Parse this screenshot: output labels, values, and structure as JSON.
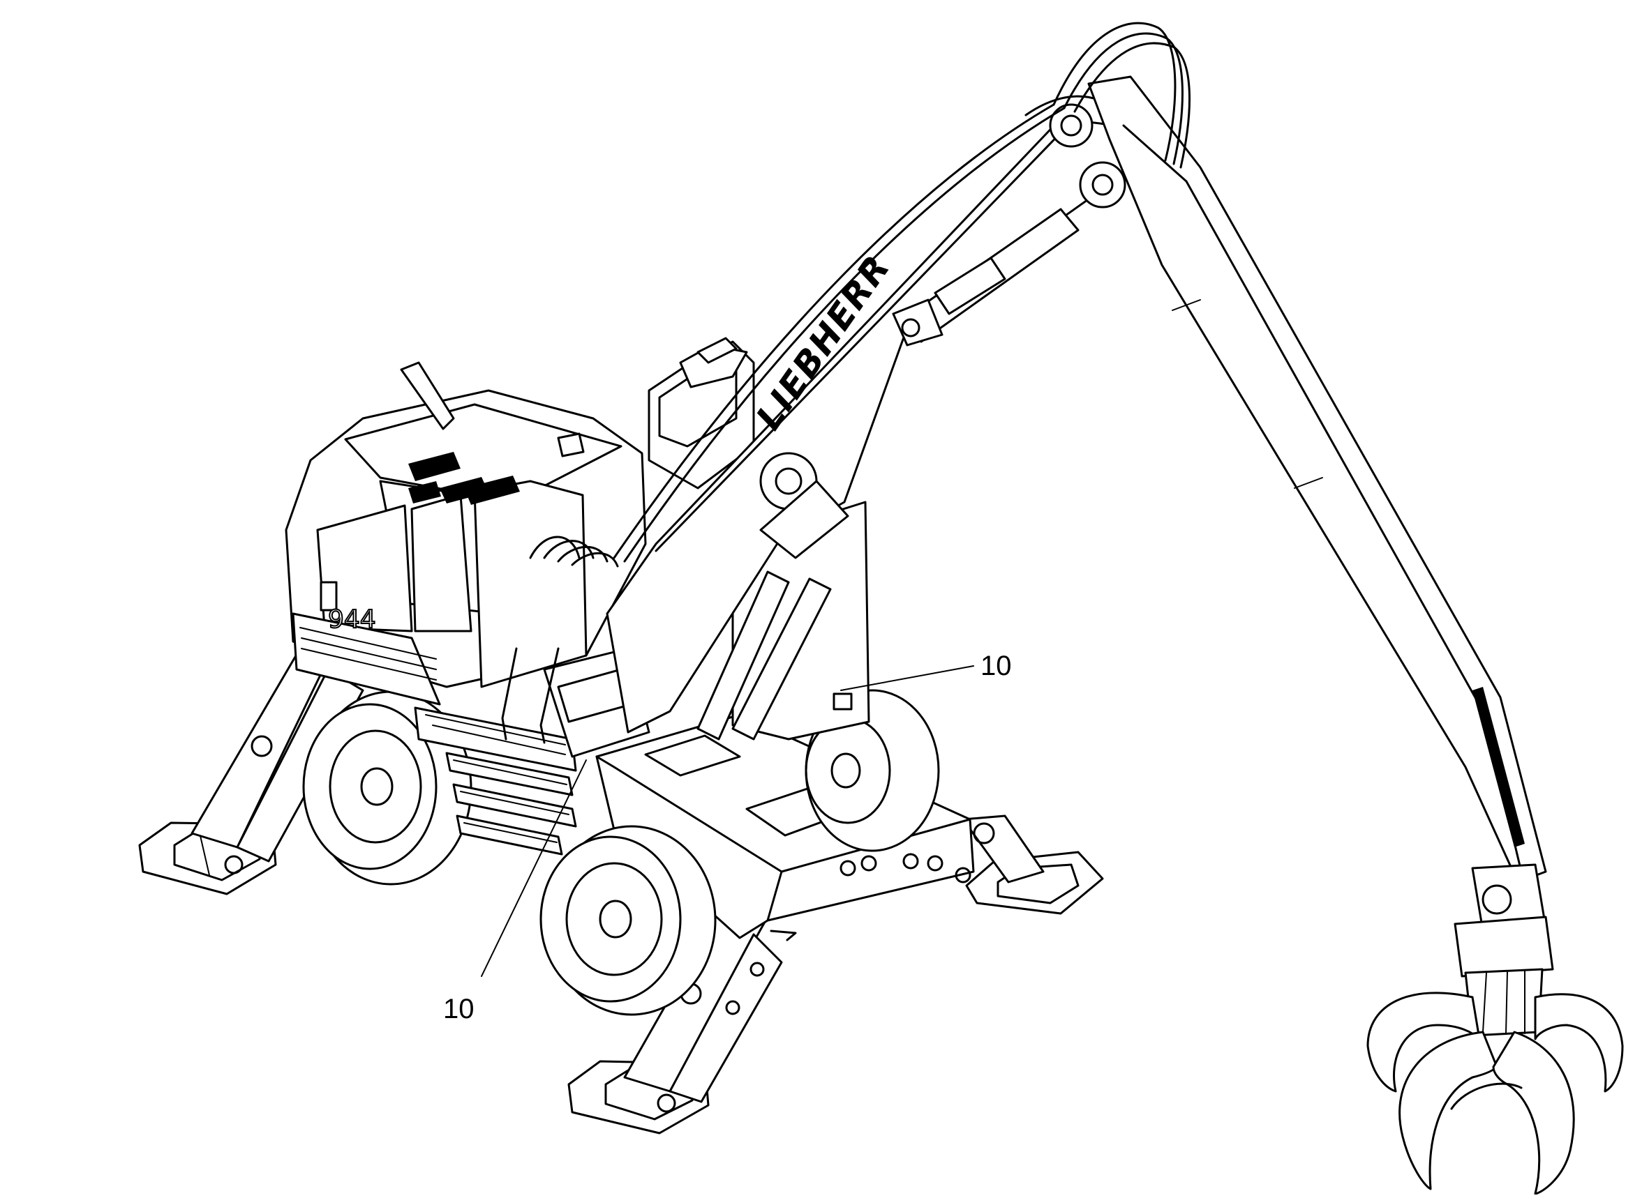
{
  "diagram": {
    "brand_text": "LIEBHERR",
    "model_text": "944",
    "callouts": [
      {
        "label": "10"
      },
      {
        "label": "10"
      }
    ]
  }
}
